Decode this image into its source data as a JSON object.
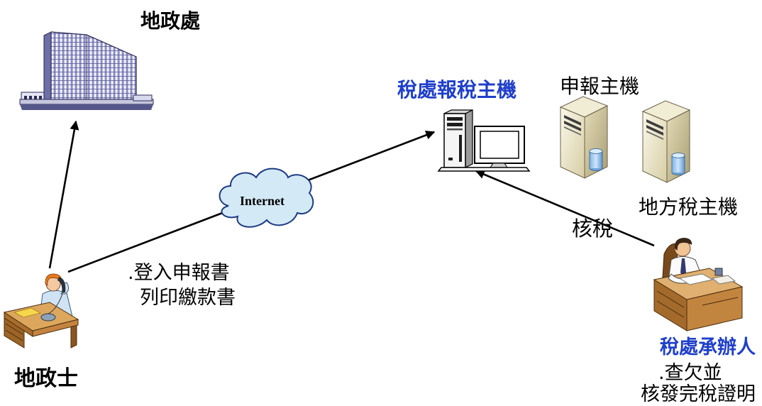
{
  "diagram": {
    "land_office": {
      "label": "地政處",
      "icon": "office-building-icon"
    },
    "land_agent": {
      "label": "地政士",
      "icon": "person-on-phone-icon"
    },
    "internet": {
      "label": "Internet",
      "icon": "cloud-icon"
    },
    "agent_actions": [
      ".登入申報書",
      "列印繳款書"
    ],
    "tax_host": {
      "label": "稅處報稅主機",
      "icon": "desktop-computer-icon"
    },
    "filing_server": {
      "label": "申報主機",
      "icon": "server-icon"
    },
    "local_tax_server": {
      "label": "地方稅主機",
      "icon": "server-icon"
    },
    "review_arrow": {
      "label": "核稅"
    },
    "tax_officer": {
      "label": "稅處承辦人",
      "icon": "clerk-at-desk-icon"
    },
    "officer_actions": [
      ".查欠並",
      "核發完稅證明"
    ]
  },
  "colors": {
    "accent": "#1f3fca",
    "cloud_fill": "#d4e9f6",
    "cloud_stroke": "#1d3b82",
    "arrow": "#000000"
  }
}
